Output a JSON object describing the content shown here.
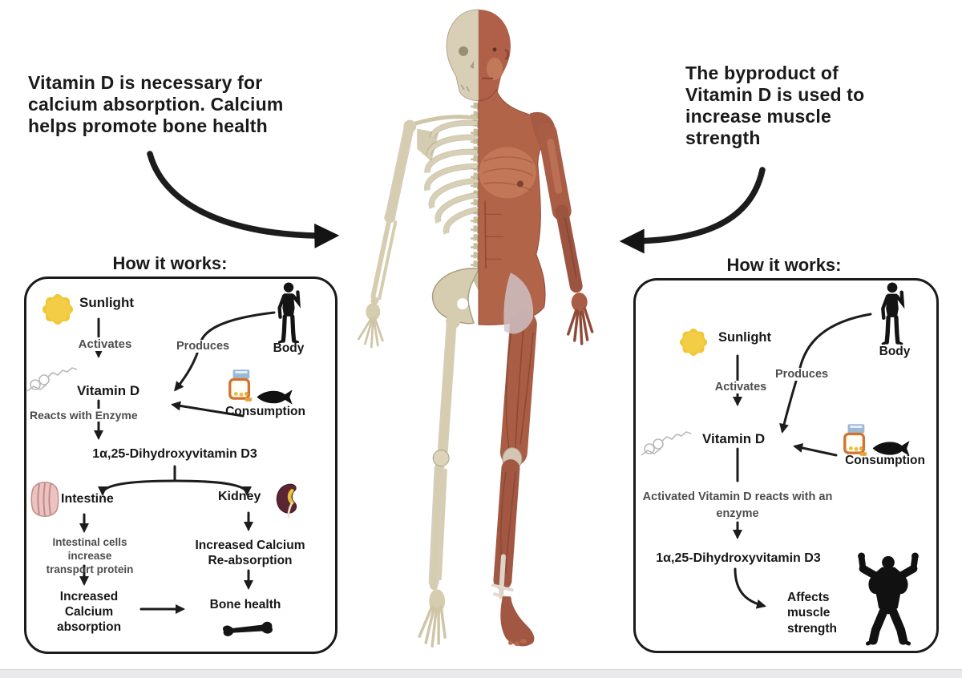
{
  "callouts": {
    "left": "Vitamin D is necessary for\ncalcium absorption. Calcium\nhelps promote bone health",
    "right": "The byproduct of\nVitamin D is used to\nincrease muscle\nstrength"
  },
  "left_panel": {
    "heading": "How it works:",
    "sunlight": "Sunlight",
    "activates": "Activates",
    "produces": "Produces",
    "body": "Body",
    "vitamin_d": "Vitamin D",
    "reacts_with_enzyme": "Reacts with Enzyme",
    "consumption": "Consumption",
    "dihydroxyvitamin": "1α,25-Dihydroxyvitamin D3",
    "intestine": "Intestine",
    "kidney": "Kidney",
    "intestinal_cells": "Intestinal cells increase\ntransport protein",
    "increased_calcium_absorption": "Increased\nCalcium\nabsorption",
    "increased_calcium_reabsorption": "Increased Calcium\nRe-absorption",
    "bone_health": "Bone health"
  },
  "right_panel": {
    "heading": "How it works:",
    "sunlight": "Sunlight",
    "activates": "Activates",
    "produces": "Produces",
    "body": "Body",
    "vitamin_d": "Vitamin D",
    "consumption": "Consumption",
    "enzyme_note": "Activated Vitamin D reacts with an\nenzyme",
    "dihydroxyvitamin": "1α,25-Dihydroxyvitamin D3",
    "affects_muscle_strength": "Affects\nmuscle\nstrength"
  },
  "icons": {
    "sun": "8-point yellow sun glyph",
    "molecule": "vitamin D molecule line sketch",
    "body": "standing person silhouette",
    "supplement_jar": "food supplement jar glyph",
    "fish": "black fish silhouette",
    "intestine": "pink intestine organ glyph",
    "kidney": "maroon kidney organ glyph",
    "bone": "black bone glyph",
    "bodybuilder": "flexing bodybuilder silhouette"
  },
  "colors": {
    "sun_yellow": "#F0C735",
    "muscle_red": "#B26449",
    "bone_beige": "#D6CDB0",
    "intestine_pink": "#ECC3C0",
    "kidney_maroon": "#5B2533",
    "ink_black": "#1B1B1B",
    "muted_gray": "#4D4D4D"
  }
}
